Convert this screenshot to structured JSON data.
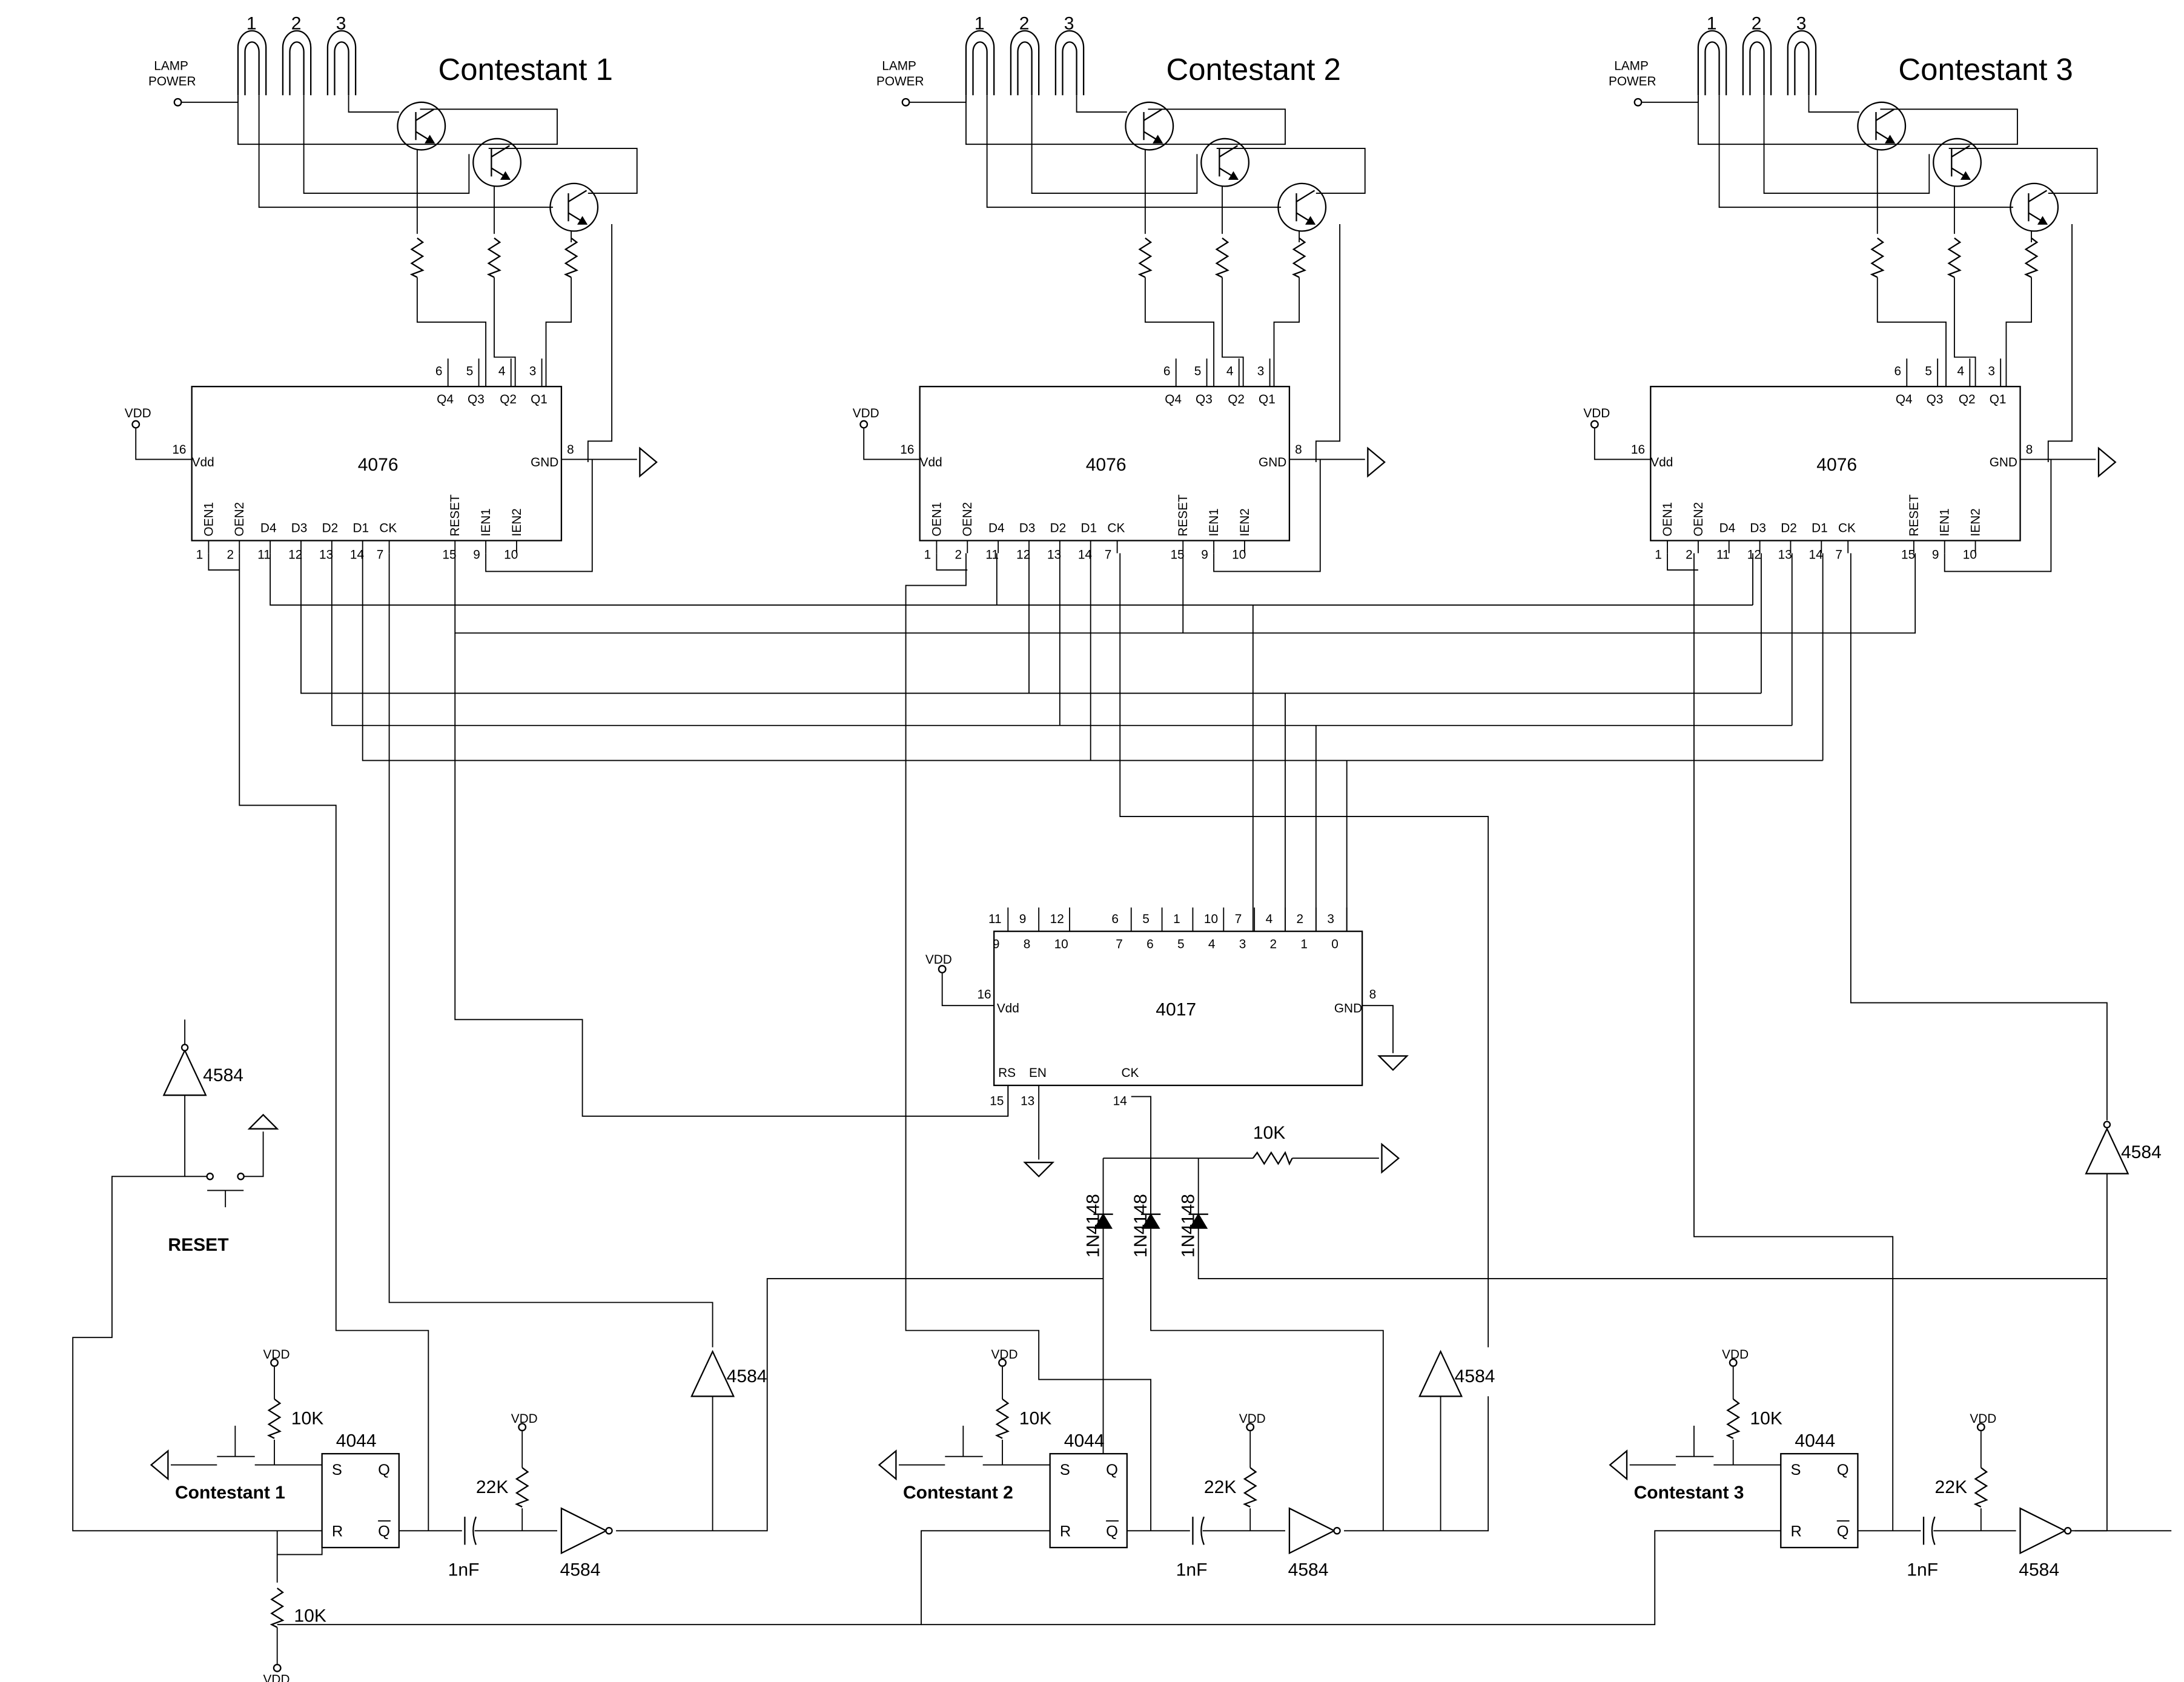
{
  "contestant_blocks": [
    {
      "title": "Contestant 1",
      "lamp_numbers": [
        "1",
        "2",
        "3"
      ],
      "lamp_power_label": [
        "LAMP",
        "POWER"
      ],
      "button_label": "Contestant 1",
      "pullup_label": "10K",
      "timing_res_label": "22K",
      "cap_label": "1nF",
      "inverter_label": "4584",
      "feedback_inverter_label": "4584"
    },
    {
      "title": "Contestant 2",
      "lamp_numbers": [
        "1",
        "2",
        "3"
      ],
      "lamp_power_label": [
        "LAMP",
        "POWER"
      ],
      "button_label": "Contestant 2",
      "pullup_label": "10K",
      "timing_res_label": "22K",
      "cap_label": "1nF",
      "inverter_label": "4584",
      "feedback_inverter_label": "4584"
    },
    {
      "title": "Contestant 3",
      "lamp_numbers": [
        "1",
        "2",
        "3"
      ],
      "lamp_power_label": [
        "LAMP",
        "POWER"
      ],
      "button_label": "Contestant 3",
      "pullup_label": "10K",
      "timing_res_label": "22K",
      "cap_label": "1nF",
      "inverter_label": "4584",
      "feedback_inverter_label": "4584"
    }
  ],
  "ic_4076": {
    "name": "4076",
    "vdd_pin_label": "Vdd",
    "gnd_pin_label": "GND",
    "top_pin_numbers": [
      "6",
      "5",
      "4",
      "3"
    ],
    "top_pin_names": [
      "Q4",
      "Q3",
      "Q2",
      "Q1"
    ],
    "vdd_pin_number": "16",
    "gnd_pin_number": "8",
    "bottom_pin_numbers": [
      "1",
      "2",
      "11",
      "12",
      "13",
      "14",
      "7",
      "15",
      "9",
      "10"
    ],
    "bottom_pin_names": [
      "OEN1",
      "OEN2",
      "D4",
      "D3",
      "D2",
      "D1",
      "CK",
      "RESET",
      "IEN1",
      "IEN2"
    ]
  },
  "ic_4017": {
    "name": "4017",
    "vdd_pin_label": "Vdd",
    "gnd_pin_label": "GND",
    "vdd_pin_number": "16",
    "gnd_pin_number": "8",
    "top_outer_numbers": [
      "11",
      "9",
      "12",
      "6",
      "5",
      "1",
      "10",
      "7",
      "4",
      "2",
      "3"
    ],
    "top_inner_numbers": [
      "9",
      "8",
      "10",
      "7",
      "6",
      "5",
      "4",
      "3",
      "2",
      "1",
      "0"
    ],
    "bottom_pin_names": [
      "RS",
      "EN",
      "CK"
    ],
    "bottom_pin_numbers": [
      "15",
      "13",
      "14"
    ]
  },
  "ic_4044": {
    "name": "4044",
    "pins": [
      "S",
      "Q",
      "R",
      "Q"
    ]
  },
  "supply_label": "VDD",
  "reset": {
    "label": "RESET",
    "inverter_label": "4584",
    "pulldown_label": "10K"
  },
  "diodes": {
    "part": "1N4148",
    "resistor_label": "10K"
  }
}
